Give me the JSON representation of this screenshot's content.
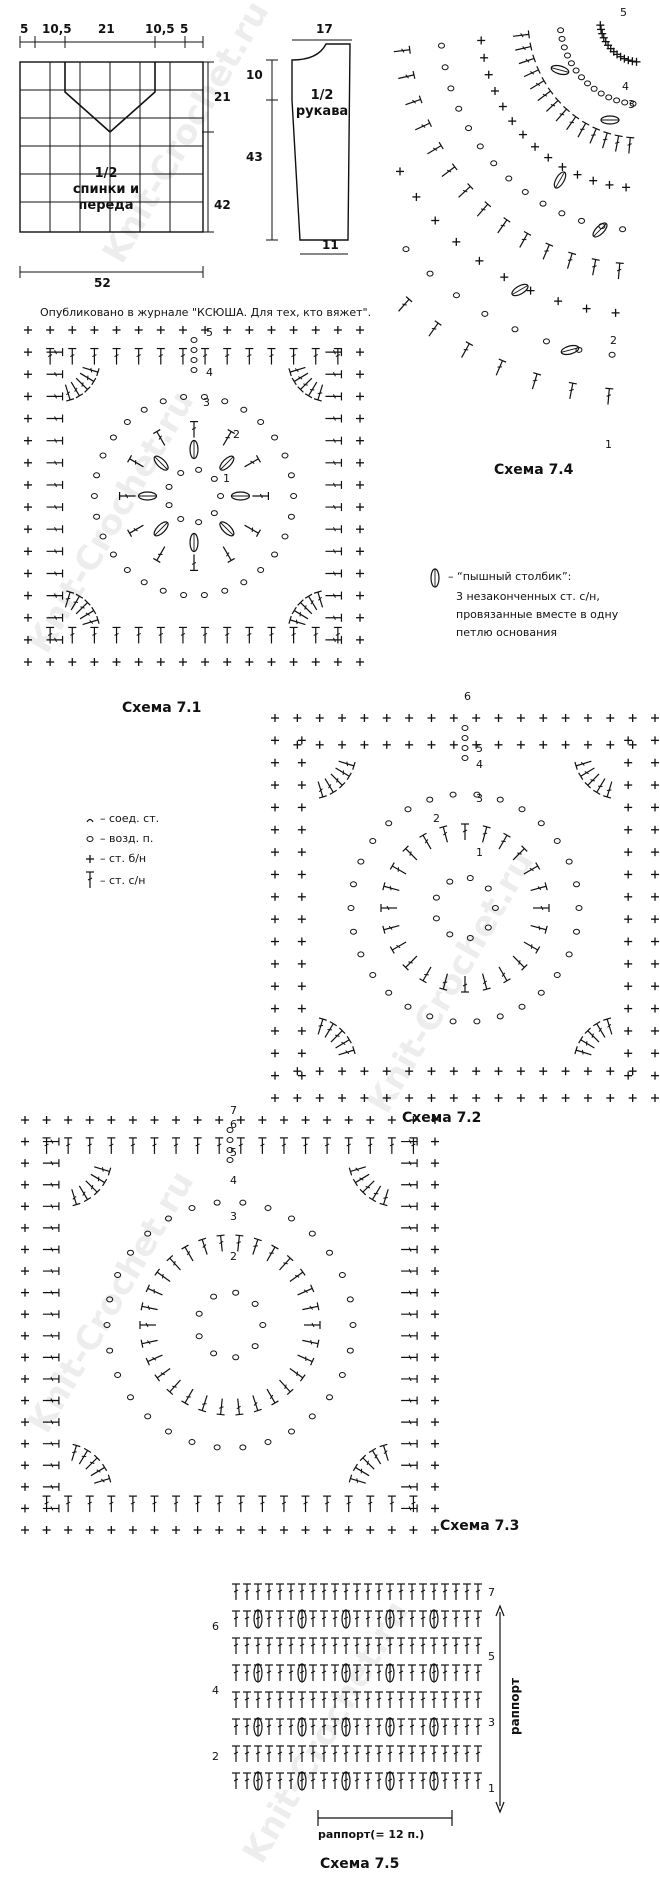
{
  "pattern_top": {
    "widths": [
      "5",
      "10,5",
      "21",
      "10,5",
      "5"
    ],
    "total_width": "52",
    "heights": [
      "21",
      "42"
    ],
    "label": [
      "1/2",
      "спинки и",
      "переда"
    ]
  },
  "pattern_sleeve": {
    "top_width": "17",
    "heights": [
      "10",
      "43"
    ],
    "bottom_width": "11",
    "label": [
      "1/2",
      "рукава"
    ]
  },
  "published": "Опубликовано в журнале \"КСЮША. Для тех, кто вяжет\".",
  "schemes": {
    "s71": "Схема 7.1",
    "s72": "Схема 7.2",
    "s73": "Схема 7.3",
    "s74": "Схема 7.4",
    "s75": "Схема 7.5"
  },
  "puff_note": [
    "– “пышный столбик”:",
    "3 незаконченных ст. с/н,",
    "провязанные вместе в одну",
    "петлю основания"
  ],
  "legend": [
    "– соед. ст.",
    "– возд. п.",
    "– ст. б/н",
    "– ст. с/н"
  ],
  "row_numbers": {
    "s71": [
      "5",
      "4",
      "3",
      "2",
      "1"
    ],
    "s72": [
      "6",
      "5",
      "4",
      "3",
      "2",
      "1"
    ],
    "s73": [
      "7",
      "6",
      "5",
      "4",
      "3",
      "2"
    ],
    "s74": [
      "5",
      "4",
      "3",
      "2",
      "1"
    ],
    "s75_left": [
      "6",
      "4",
      "2"
    ],
    "s75_right": [
      "7",
      "5",
      "3",
      "1"
    ]
  },
  "repeat_label": "раппорт",
  "repeat_bottom": "раппорт(= 12 п.)",
  "watermark": "Knit-Crochet.ru",
  "colors": {
    "ink": "#111111",
    "watermark": "rgba(0,0,0,0.07)"
  }
}
